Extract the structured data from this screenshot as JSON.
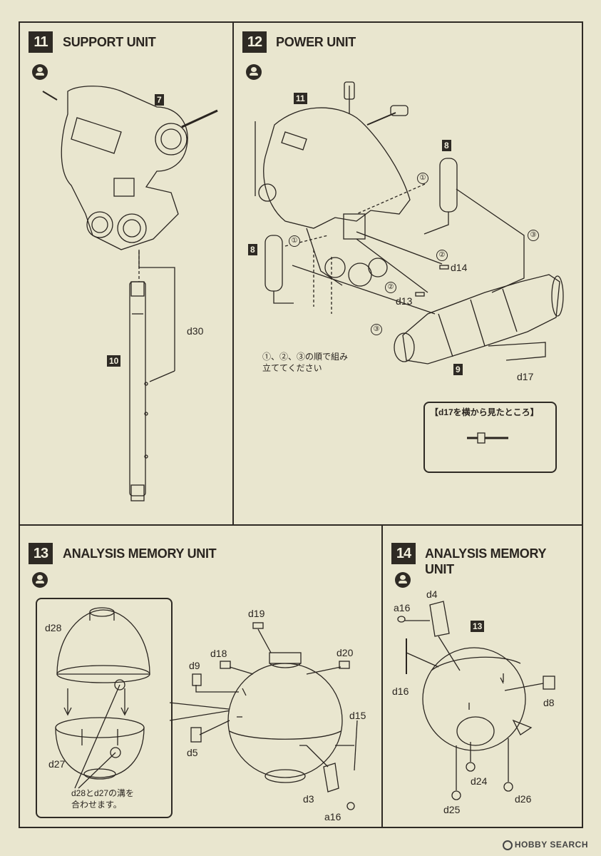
{
  "steps": {
    "s11": {
      "number": "11",
      "title": "SUPPORT UNIT"
    },
    "s12": {
      "number": "12",
      "title": "POWER UNIT"
    },
    "s13": {
      "number": "13",
      "title": "ANALYSIS MEMORY UNIT"
    },
    "s14": {
      "number": "14",
      "title_line1": "ANALYSIS MEMORY",
      "title_line2": "UNIT"
    }
  },
  "s11_parts": {
    "ref7": "7",
    "ref10": "10",
    "d30": "d30"
  },
  "s12_parts": {
    "ref11": "11",
    "ref8a": "8",
    "ref8b": "8",
    "ref9": "9",
    "d14": "d14",
    "d13": "d13",
    "d17": "d17",
    "c1": "①",
    "c2": "②",
    "c3": "③",
    "note_line1": "①、②、③の順で組み",
    "note_line2": "立ててください",
    "inset_title": "【d17を横から見たところ】"
  },
  "s13_parts": {
    "d28": "d28",
    "d27": "d27",
    "d19": "d19",
    "d18": "d18",
    "d20": "d20",
    "d9": "d9",
    "d5": "d5",
    "d15": "d15",
    "d3": "d3",
    "a16": "a16",
    "note_line1": "d28とd27の溝を",
    "note_line2": "合わせます。"
  },
  "s14_parts": {
    "d4": "d4",
    "a16": "a16",
    "ref13": "13",
    "d16": "d16",
    "d8": "d8",
    "d24": "d24",
    "d25": "d25",
    "d26": "d26"
  },
  "watermark": {
    "text": "HOBBY SEARCH"
  },
  "colors": {
    "paper": "#e9e6cf",
    "ink": "#2e2a24"
  }
}
